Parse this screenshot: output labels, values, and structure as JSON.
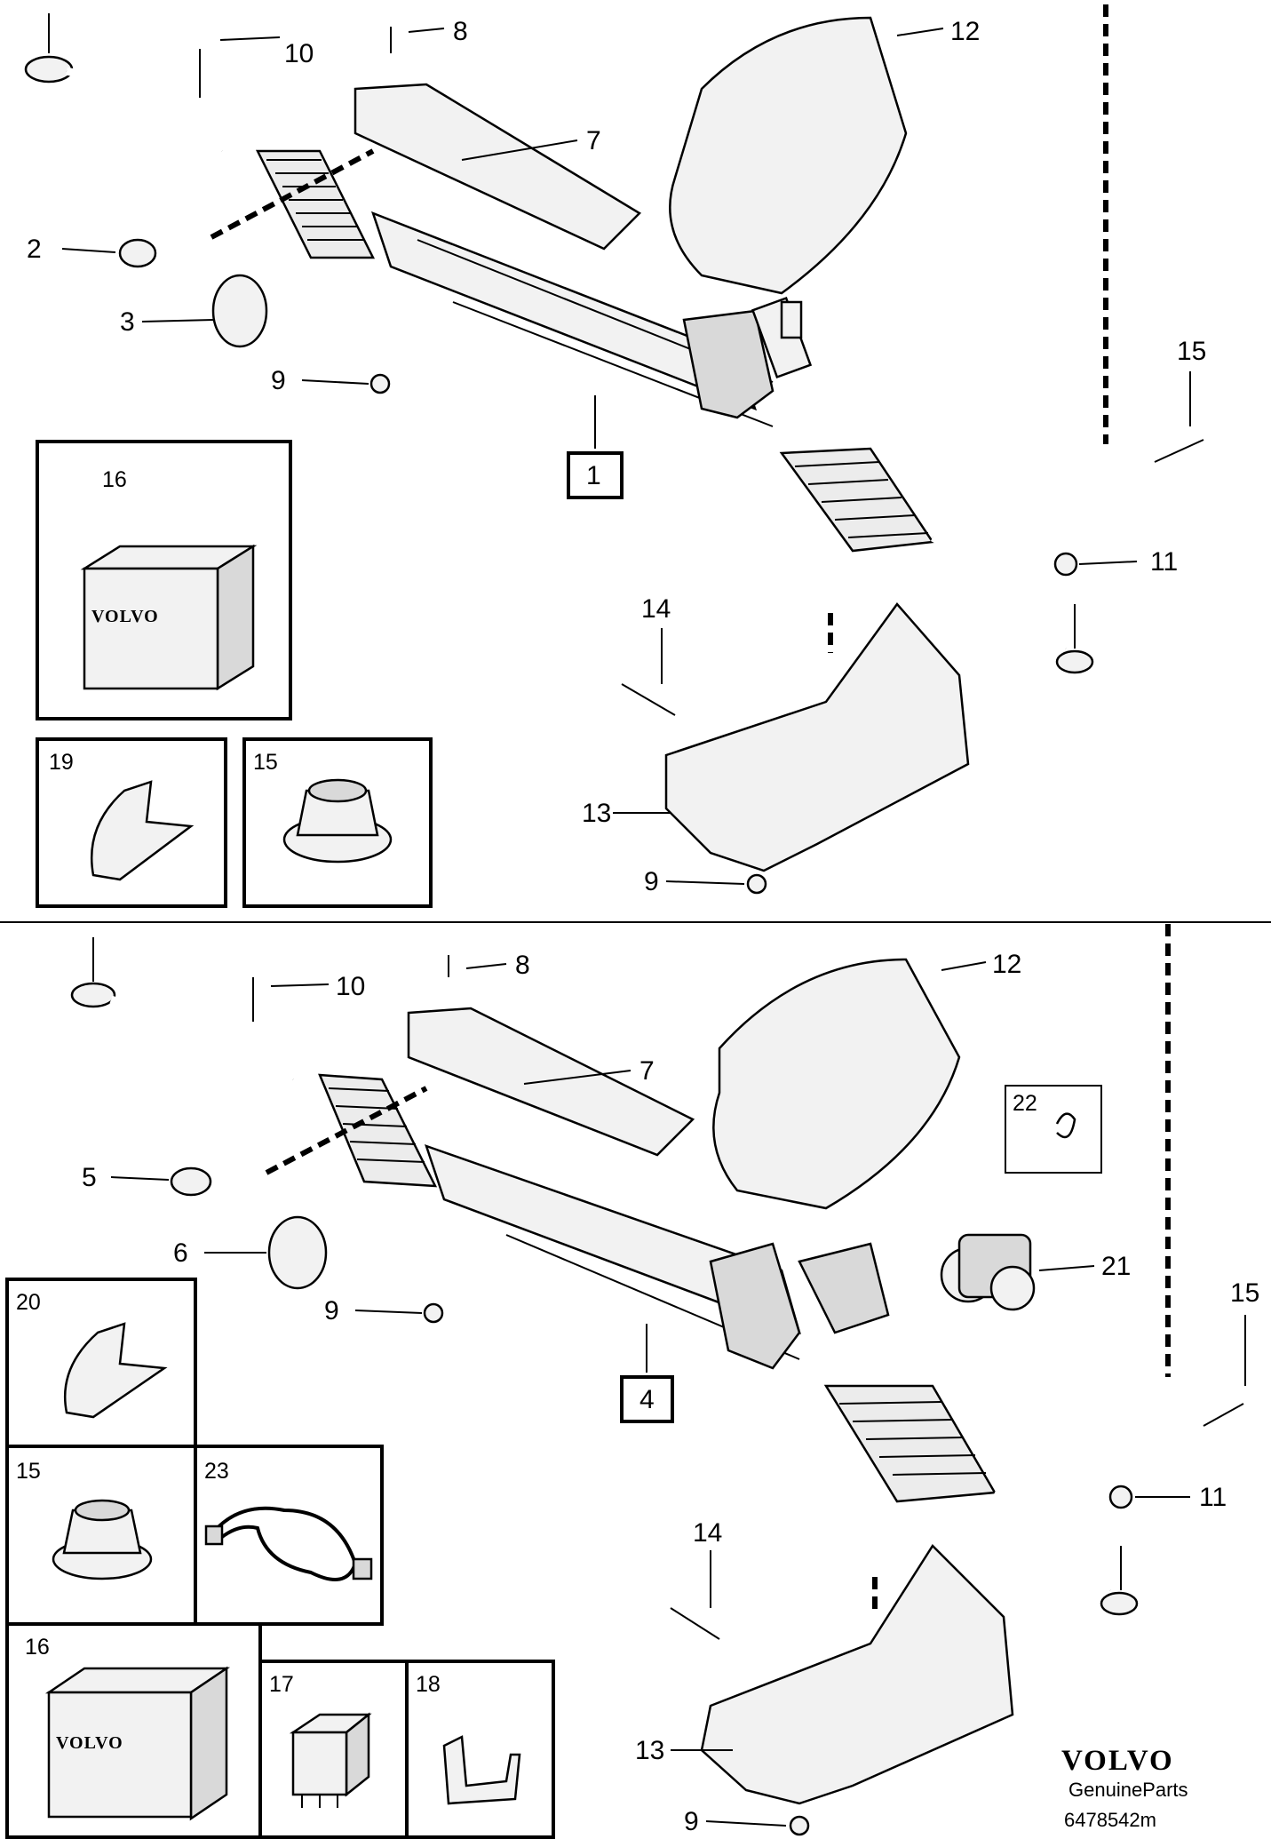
{
  "top": {
    "callouts": [
      "1",
      "2",
      "3",
      "7",
      "8",
      "9",
      "9",
      "10",
      "11",
      "12",
      "13",
      "14",
      "15"
    ],
    "boxes": {
      "box16": "16",
      "box19": "19",
      "box15": "15"
    },
    "volvo": "VOLVO"
  },
  "bottom": {
    "callouts": [
      "4",
      "5",
      "6",
      "7",
      "8",
      "9",
      "9",
      "10",
      "11",
      "12",
      "13",
      "14",
      "15",
      "21",
      "22"
    ],
    "boxes": {
      "box20": "20",
      "box15": "15",
      "box23": "23",
      "box16": "16",
      "box17": "17",
      "box18": "18"
    },
    "volvo": "VOLVO"
  },
  "footer": {
    "brand": "VOLVO",
    "sub": "GenuineParts",
    "ref": "6478542m"
  }
}
